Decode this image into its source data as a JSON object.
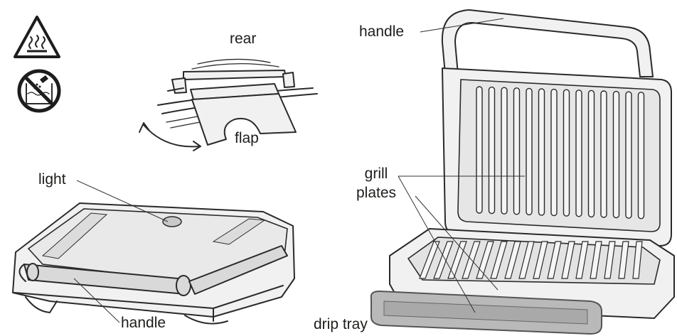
{
  "labels": {
    "rear": "rear",
    "flap": "flap",
    "light": "light",
    "handle_left": "handle",
    "handle_right": "handle",
    "grill_plates_line1": "grill",
    "grill_plates_line2": "plates",
    "drip_tray": "drip tray"
  },
  "icons": {
    "hot_surface": "hot-surface-warning-icon",
    "no_immersion": "do-not-immerse-icon"
  }
}
